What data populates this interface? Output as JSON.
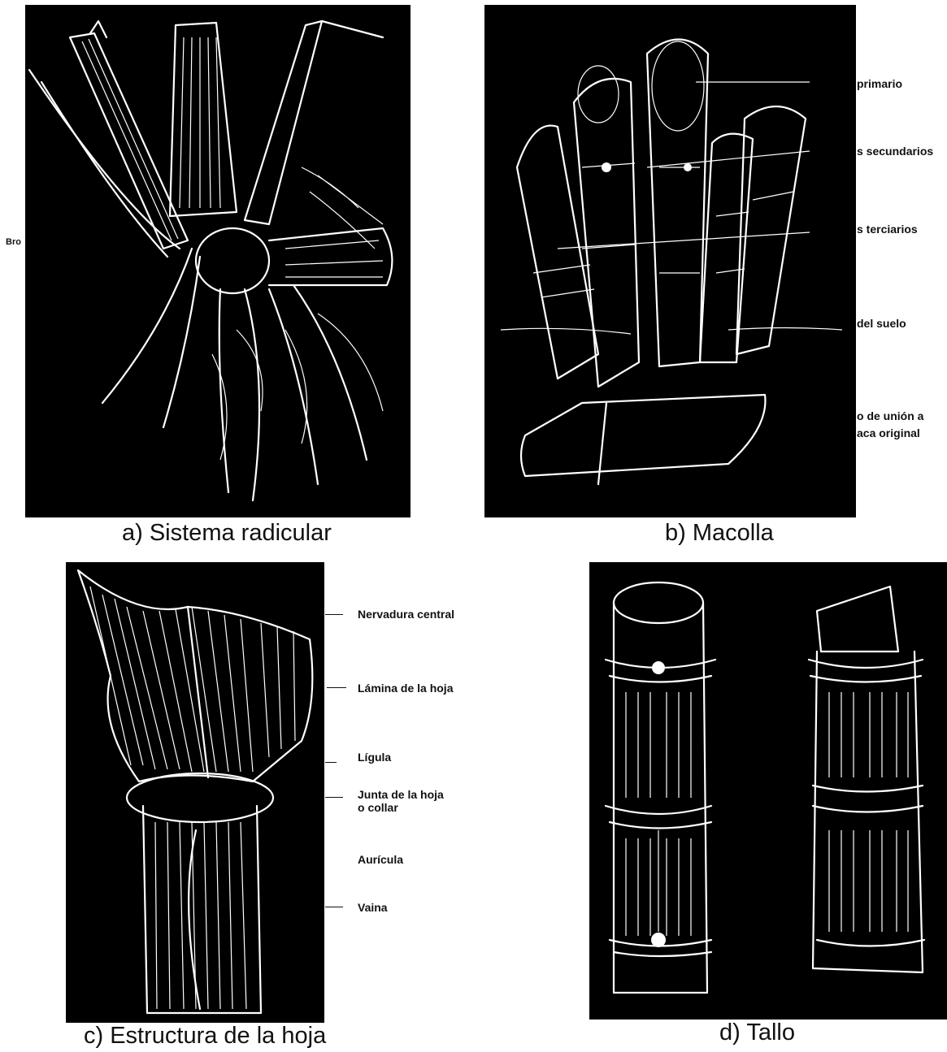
{
  "panels": {
    "a": {
      "caption": "a) Sistema radicular",
      "side_label": "Bro"
    },
    "b": {
      "caption": "b) Macolla",
      "labels": [
        "primario",
        "s secundarios",
        "s terciarios",
        "del suelo",
        "o de unión a",
        "aca original"
      ]
    },
    "c": {
      "caption": "c) Estructura de la hoja",
      "labels": [
        "Nervadura central",
        "Lámina de la hoja",
        "Lígula",
        "Junta de la hoja",
        "o collar",
        "Aurícula",
        "Vaina"
      ]
    },
    "d": {
      "caption": "d) Tallo"
    }
  }
}
